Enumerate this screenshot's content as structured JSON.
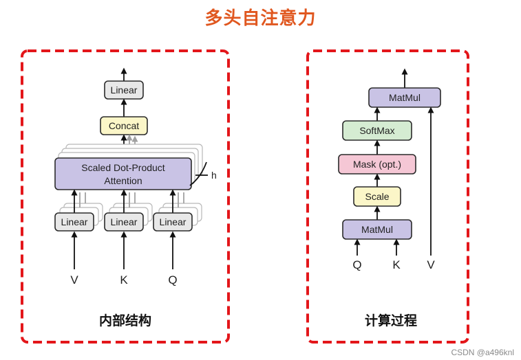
{
  "title": "多头自注意力",
  "left_panel": {
    "caption": "内部结构",
    "linear_top": "Linear",
    "concat": "Concat",
    "attention_line1": "Scaled Dot-Product",
    "attention_line2": "Attention",
    "h_label": "h",
    "linear_inputs": [
      "Linear",
      "Linear",
      "Linear"
    ],
    "inputs": [
      "V",
      "K",
      "Q"
    ]
  },
  "right_panel": {
    "caption": "计算过程",
    "matmul_top": "MatMul",
    "softmax": "SoftMax",
    "mask": "Mask (opt.)",
    "scale": "Scale",
    "matmul_bottom": "MatMul",
    "inputs": [
      "Q",
      "K",
      "V"
    ]
  },
  "colors": {
    "title": "#e0571f",
    "frame": "#e3161a",
    "linear": "#e8e8e8",
    "concat": "#fbf6c8",
    "attention": "#c9c3e5",
    "softmax": "#d5ecd2",
    "mask": "#f5c7d5",
    "scale": "#fbf6c8",
    "matmul": "#c9c3e5"
  },
  "watermark": "CSDN @a496knl"
}
